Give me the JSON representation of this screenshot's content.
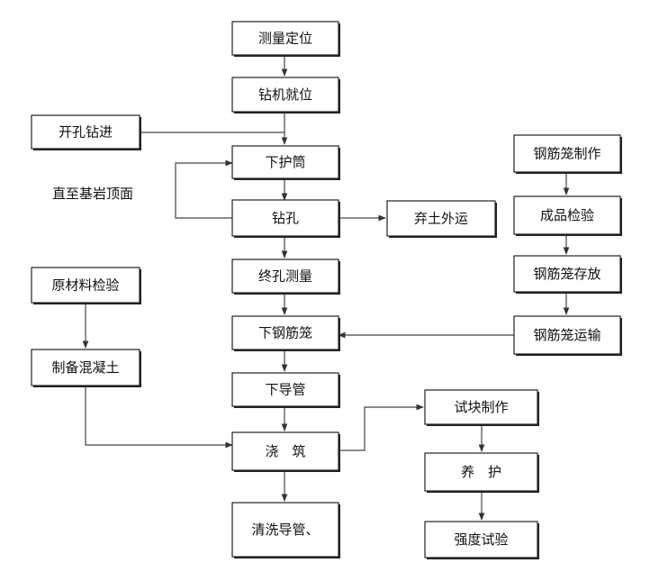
{
  "nodes": {
    "survey": "测量定位",
    "rig": "钻机就位",
    "open_drill": "开孔钻进",
    "casing": "下护筒",
    "drill": "钻孔",
    "spoil": "弃土外运",
    "final_measure": "终孔测量",
    "lower_cage": "下钢筋笼",
    "tremie": "下导管",
    "pour": "浇　筑",
    "clean": "清洗导管、",
    "material_check": "原材料检验",
    "concrete": "制备混凝土",
    "cage_make": "钢筋笼制作",
    "product_check": "成品检验",
    "cage_store": "钢筋笼存放",
    "cage_transport": "钢筋笼运输",
    "specimen": "试块制作",
    "cure": "养　护",
    "strength": "强度试验"
  },
  "annotations": {
    "loop_note": "直至基岩顶面"
  }
}
